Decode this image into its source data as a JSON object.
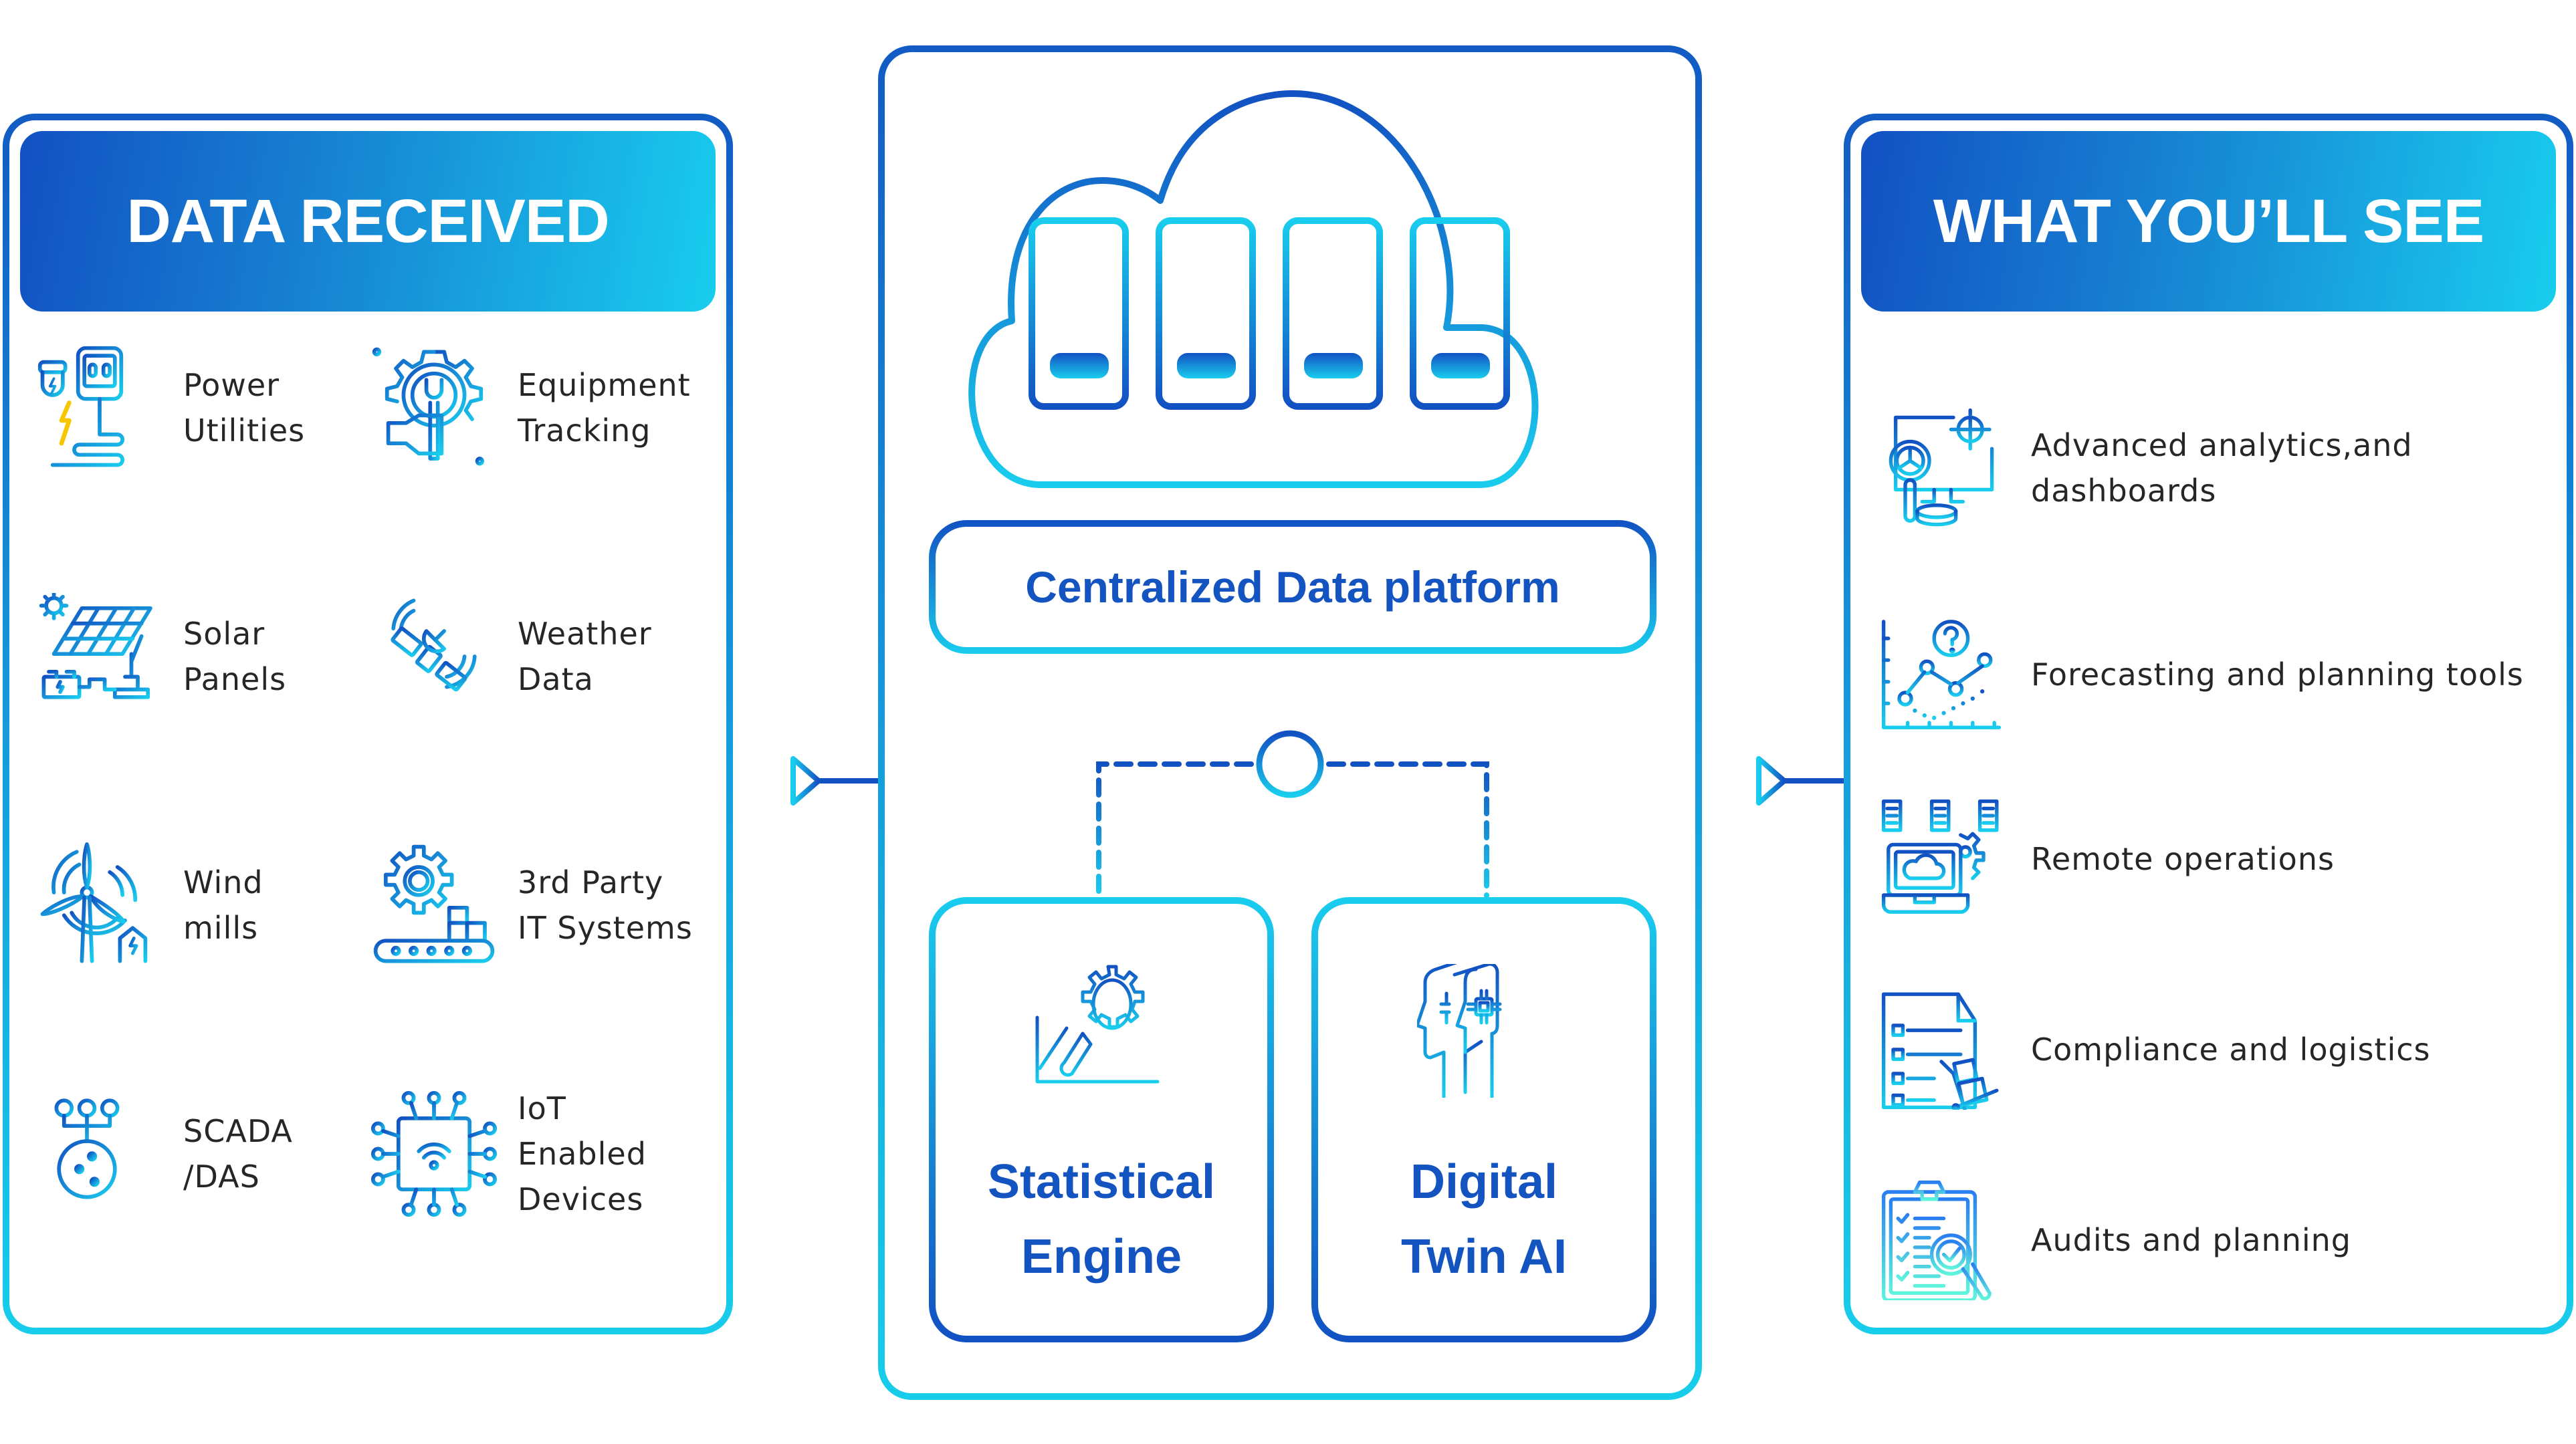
{
  "colors": {
    "gradient_start": "#1251c2",
    "gradient_end": "#18cdee",
    "title_blue": "#1454c0",
    "label_text": "#262626",
    "bolt_yellow": "#f7c600"
  },
  "left_panel": {
    "title": "DATA RECEIVED",
    "items": [
      {
        "label": "Power\nUtilities",
        "icon": "power-plug-icon"
      },
      {
        "label": "Equipment\nTracking",
        "icon": "gear-wrench-hand-icon"
      },
      {
        "label": "Solar\nPanels",
        "icon": "solar-panel-icon"
      },
      {
        "label": "Weather\nData",
        "icon": "satellite-icon"
      },
      {
        "label": "Wind\nmills",
        "icon": "wind-turbine-icon"
      },
      {
        "label": "3rd Party\nIT Systems",
        "icon": "gear-conveyor-icon"
      },
      {
        "label": "SCADA\n/DAS",
        "icon": "scada-controls-icon"
      },
      {
        "label": "IoT Enabled\nDevices",
        "icon": "iot-chip-icon"
      }
    ]
  },
  "center_panel": {
    "cloud_icon": "cloud-servers-icon",
    "server_count": 4,
    "platform_label": "Centralized Data platform",
    "engines": [
      {
        "label": "Statistical\nEngine",
        "icon": "gear-magnifier-chart-icon"
      },
      {
        "label": "Digital\nTwin AI",
        "icon": "ai-heads-icon"
      }
    ]
  },
  "right_panel": {
    "title": "WHAT YOU’LL SEE",
    "items": [
      {
        "label": "Advanced analytics,and\ndashboards",
        "icon": "analytics-dashboard-icon"
      },
      {
        "label": "Forecasting and planning tools",
        "icon": "forecast-chart-icon"
      },
      {
        "label": "Remote operations",
        "icon": "remote-laptop-icon"
      },
      {
        "label": "Compliance and logistics",
        "icon": "checklist-trolley-icon"
      },
      {
        "label": "Audits and planning",
        "icon": "clipboard-audit-icon"
      }
    ]
  },
  "flow": {
    "arrow_in": "arrow-right-icon",
    "arrow_out": "arrow-right-icon"
  }
}
